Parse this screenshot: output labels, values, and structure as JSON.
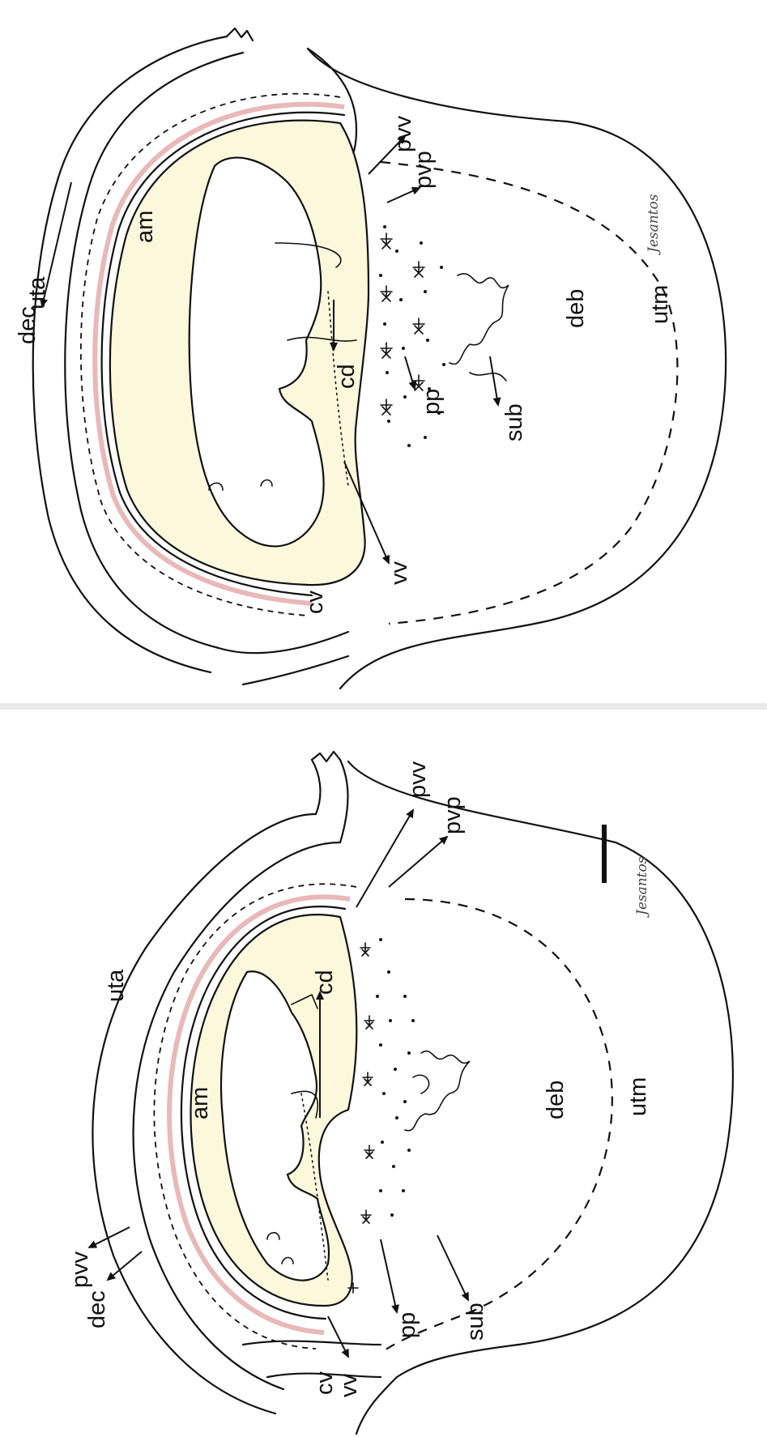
{
  "panels": [
    {
      "id": "lower",
      "labels": {
        "uta": "uta",
        "am": "am",
        "cd": "cd",
        "deb": "deb",
        "utm": "utm",
        "pvv_left": "pvv",
        "pvv_right": "pvv",
        "dec": "dec",
        "cv": "cv",
        "vv": "vv",
        "pp": "pp",
        "sub": "sub",
        "pvp": "pvp"
      },
      "signature": "Jesantos"
    },
    {
      "id": "upper",
      "labels": {
        "uta": "uta",
        "am": "am",
        "cd": "cd",
        "deb": "deb",
        "utm": "utm",
        "pvv": "pvv",
        "pvp": "pvp",
        "dec": "dec",
        "cv": "cv",
        "vv": "vv",
        "pp": "pp",
        "sub": "sub"
      },
      "signature": "Jesantos"
    }
  ],
  "colors": {
    "amnion_fill": "#fcf8dc",
    "chorion_band": "#e9b8b8",
    "divider": "#e9e9e9"
  }
}
